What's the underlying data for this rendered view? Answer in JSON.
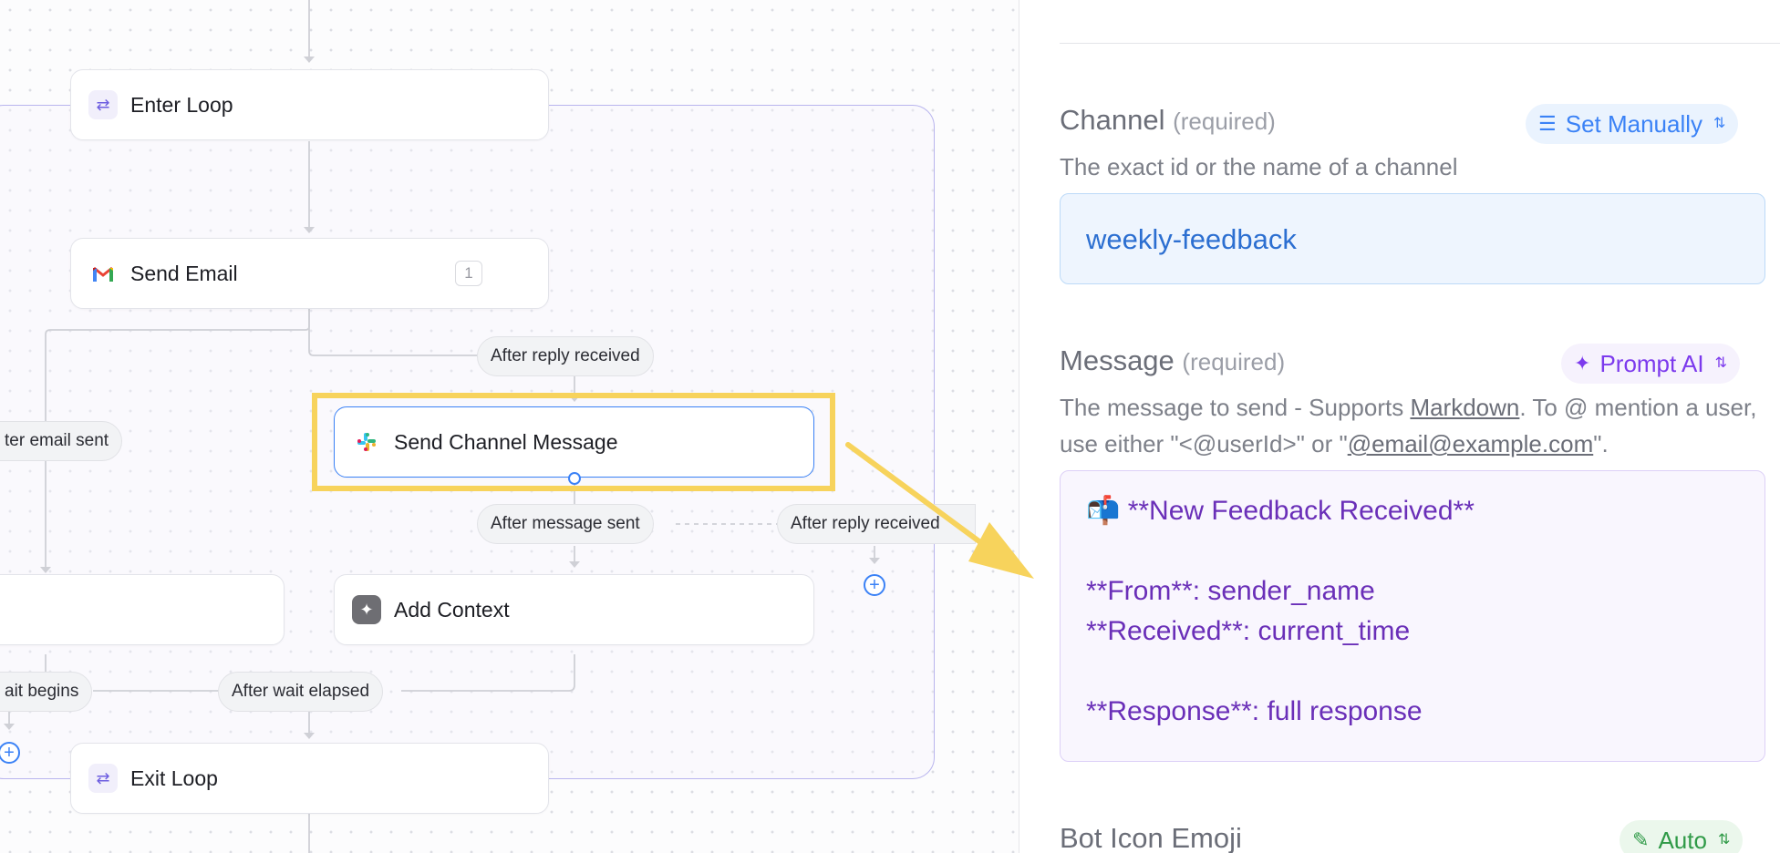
{
  "canvas": {
    "nodes": {
      "enter_loop": "Enter Loop",
      "send_email": "Send Email",
      "send_email_badge": "1",
      "send_channel_message": "Send Channel Message",
      "add_context": "Add Context",
      "exit_loop": "Exit Loop"
    },
    "edges": {
      "after_reply_received_top": "After reply received",
      "after_email_sent_partial": "ter email sent",
      "after_message_sent": "After message sent",
      "after_reply_received_right": "After reply received",
      "wait_begins_partial": "ait begins",
      "after_wait_elapsed": "After wait elapsed"
    },
    "colors": {
      "highlight": "#f7d35c",
      "selection": "#3b82f6",
      "loop_border": "#b9b5ee"
    }
  },
  "panel": {
    "channel": {
      "label": "Channel",
      "required": "(required)",
      "mode": "Set Manually",
      "mode_icon": "sliders-icon",
      "description": "The exact id or the name of a channel",
      "value": "weekly-feedback"
    },
    "message": {
      "label": "Message",
      "required": "(required)",
      "mode": "Prompt AI",
      "mode_icon": "sparkle-icon",
      "description_pre": "The message to send - Supports ",
      "description_link": "Markdown",
      "description_mid": ". To @ mention a user, use either \"<@userId>\" or \"",
      "description_email": "@email@example.com",
      "description_post": "\".",
      "lines": [
        "📬 **New Feedback Received**",
        "",
        "**From**: sender_name",
        "**Received**: current_time",
        "",
        "**Response**: full response"
      ]
    },
    "bot_icon": {
      "label": "Bot Icon Emoji",
      "mode": "Auto",
      "mode_icon": "magic-wand-icon"
    }
  }
}
